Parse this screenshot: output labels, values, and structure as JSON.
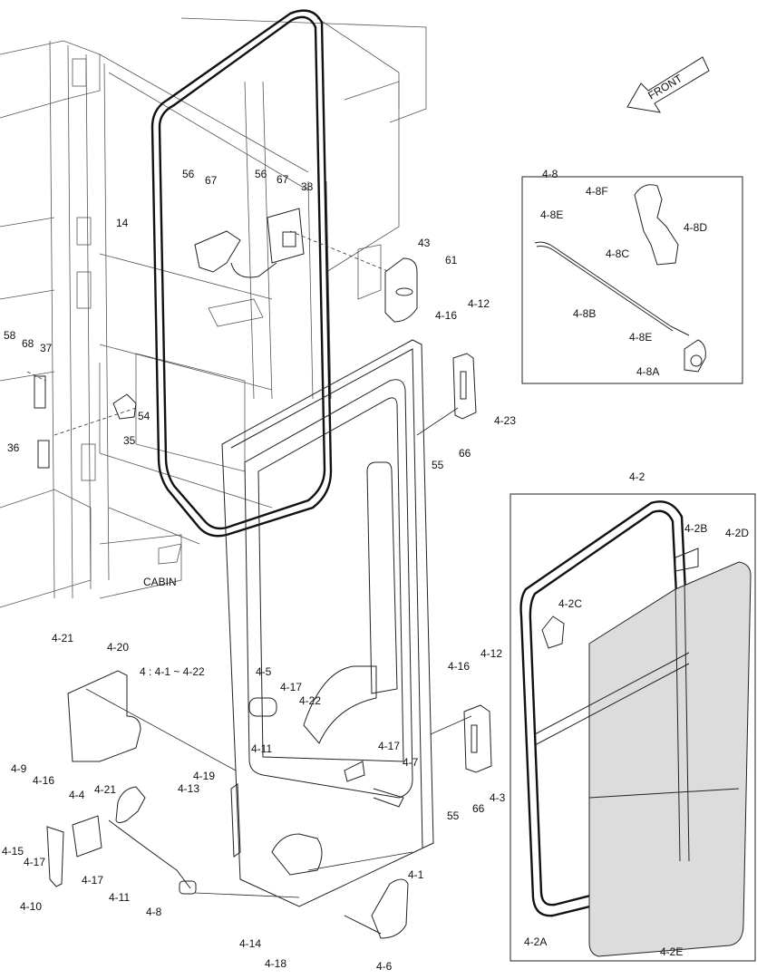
{
  "labels": [
    {
      "text": "56",
      "id": "label-56-a"
    },
    {
      "text": "67",
      "id": "label-67-a"
    },
    {
      "text": "56",
      "id": "label-56-b"
    },
    {
      "text": "67",
      "id": "label-67-b"
    },
    {
      "text": "38",
      "id": "label-38"
    },
    {
      "text": "14",
      "id": "label-14"
    },
    {
      "text": "43",
      "id": "label-43"
    },
    {
      "text": "61",
      "id": "label-61"
    },
    {
      "text": "58",
      "id": "label-58"
    },
    {
      "text": "68",
      "id": "label-68"
    },
    {
      "text": "37",
      "id": "label-37"
    },
    {
      "text": "54",
      "id": "label-54"
    },
    {
      "text": "35",
      "id": "label-35"
    },
    {
      "text": "36",
      "id": "label-36"
    },
    {
      "text": "4-12",
      "id": "label-4-12-a"
    },
    {
      "text": "4-16",
      "id": "label-4-16-a"
    },
    {
      "text": "4-23",
      "id": "label-4-23"
    },
    {
      "text": "55",
      "id": "label-55-a"
    },
    {
      "text": "66",
      "id": "label-66-a"
    },
    {
      "text": "CABIN",
      "id": "label-cabin"
    },
    {
      "text": "4-21",
      "id": "label-4-21-a"
    },
    {
      "text": "4-20",
      "id": "label-4-20"
    },
    {
      "text": "4 : 4-1 ~ 4-22",
      "id": "label-range"
    },
    {
      "text": "4-5",
      "id": "label-4-5"
    },
    {
      "text": "4-17",
      "id": "label-4-17-a"
    },
    {
      "text": "4-22",
      "id": "label-4-22"
    },
    {
      "text": "4-11",
      "id": "label-4-11-a"
    },
    {
      "text": "4-12",
      "id": "label-4-12-b"
    },
    {
      "text": "4-16",
      "id": "label-4-16-b"
    },
    {
      "text": "4-17",
      "id": "label-4-17-b"
    },
    {
      "text": "4-7",
      "id": "label-4-7"
    },
    {
      "text": "4-3",
      "id": "label-4-3"
    },
    {
      "text": "55",
      "id": "label-55-b"
    },
    {
      "text": "66",
      "id": "label-66-b"
    },
    {
      "text": "4-9",
      "id": "label-4-9"
    },
    {
      "text": "4-16",
      "id": "label-4-16-c"
    },
    {
      "text": "4-4",
      "id": "label-4-4"
    },
    {
      "text": "4-21",
      "id": "label-4-21-b"
    },
    {
      "text": "4-19",
      "id": "label-4-19"
    },
    {
      "text": "4-13",
      "id": "label-4-13"
    },
    {
      "text": "4-15",
      "id": "label-4-15"
    },
    {
      "text": "4-17",
      "id": "label-4-17-c"
    },
    {
      "text": "4-17",
      "id": "label-4-17-d"
    },
    {
      "text": "4-11",
      "id": "label-4-11-b"
    },
    {
      "text": "4-10",
      "id": "label-4-10"
    },
    {
      "text": "4-8",
      "id": "label-4-8-main"
    },
    {
      "text": "4-1",
      "id": "label-4-1"
    },
    {
      "text": "4-14",
      "id": "label-4-14"
    },
    {
      "text": "4-18",
      "id": "label-4-18"
    },
    {
      "text": "4-6",
      "id": "label-4-6"
    },
    {
      "text": "4-8",
      "id": "label-4-8-box"
    },
    {
      "text": "4-8F",
      "id": "label-4-8F"
    },
    {
      "text": "4-8E",
      "id": "label-4-8E-a"
    },
    {
      "text": "4-8D",
      "id": "label-4-8D"
    },
    {
      "text": "4-8C",
      "id": "label-4-8C"
    },
    {
      "text": "4-8B",
      "id": "label-4-8B"
    },
    {
      "text": "4-8E",
      "id": "label-4-8E-b"
    },
    {
      "text": "4-8A",
      "id": "label-4-8A"
    },
    {
      "text": "4-2",
      "id": "label-4-2"
    },
    {
      "text": "4-2B",
      "id": "label-4-2B"
    },
    {
      "text": "4-2D",
      "id": "label-4-2D"
    },
    {
      "text": "4-2C",
      "id": "label-4-2C"
    },
    {
      "text": "4-2A",
      "id": "label-4-2A"
    },
    {
      "text": "4-2E",
      "id": "label-4-2E"
    },
    {
      "text": "FRONT",
      "id": "label-front"
    }
  ]
}
